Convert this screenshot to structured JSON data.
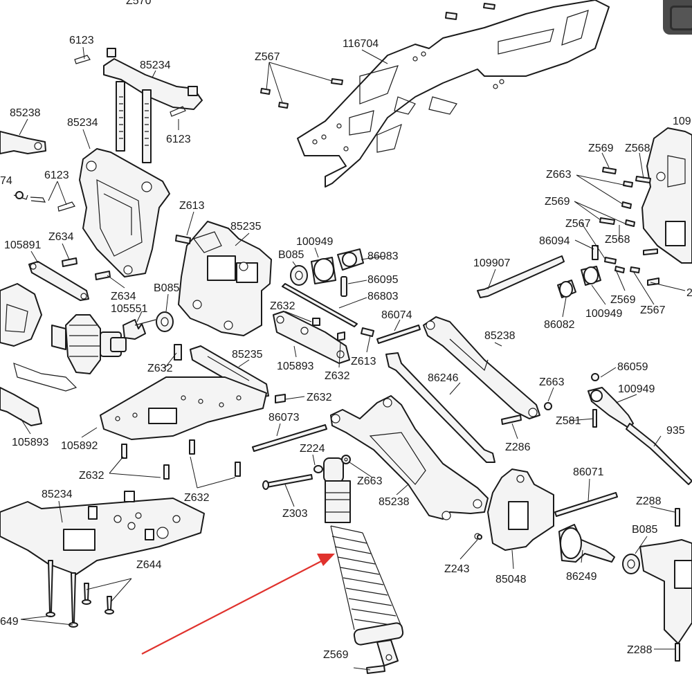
{
  "labels": [
    {
      "text": "Z570"
    },
    {
      "text": "6123"
    },
    {
      "text": "85234"
    },
    {
      "text": "85238"
    },
    {
      "text": "85234"
    },
    {
      "text": "6123"
    },
    {
      "text": "6123"
    },
    {
      "text": "74"
    },
    {
      "text": "Z613"
    },
    {
      "text": "85235"
    },
    {
      "text": "Z634"
    },
    {
      "text": "105891"
    },
    {
      "text": "Z634"
    },
    {
      "text": "B085"
    },
    {
      "text": "105551"
    },
    {
      "text": "100949"
    },
    {
      "text": "B085"
    },
    {
      "text": "86083"
    },
    {
      "text": "86095"
    },
    {
      "text": "86803"
    },
    {
      "text": "Z632"
    },
    {
      "text": "86074"
    },
    {
      "text": "Z632"
    },
    {
      "text": "85235"
    },
    {
      "text": "105893"
    },
    {
      "text": "Z613"
    },
    {
      "text": "Z632"
    },
    {
      "text": "Z632"
    },
    {
      "text": "105893"
    },
    {
      "text": "105892"
    },
    {
      "text": "86073"
    },
    {
      "text": "Z632"
    },
    {
      "text": "Z632"
    },
    {
      "text": "Z224"
    },
    {
      "text": "Z663"
    },
    {
      "text": "Z303"
    },
    {
      "text": "85238"
    },
    {
      "text": "85234"
    },
    {
      "text": "Z644"
    },
    {
      "text": "649"
    },
    {
      "text": "Z569"
    },
    {
      "text": "116704"
    },
    {
      "text": "Z567"
    },
    {
      "text": "109907"
    },
    {
      "text": "86082"
    },
    {
      "text": "100949"
    },
    {
      "text": "85238"
    },
    {
      "text": "86246"
    },
    {
      "text": "Z663"
    },
    {
      "text": "Z581"
    },
    {
      "text": "Z286"
    },
    {
      "text": "86059"
    },
    {
      "text": "100949"
    },
    {
      "text": "935"
    },
    {
      "text": "86071"
    },
    {
      "text": "Z288"
    },
    {
      "text": "B085"
    },
    {
      "text": "86249"
    },
    {
      "text": "85048"
    },
    {
      "text": "Z243"
    },
    {
      "text": "Z288"
    },
    {
      "text": "Z569"
    },
    {
      "text": "Z568"
    },
    {
      "text": "109"
    },
    {
      "text": "Z663"
    },
    {
      "text": "Z569"
    },
    {
      "text": "Z567"
    },
    {
      "text": "Z568"
    },
    {
      "text": "86094"
    },
    {
      "text": "Z569"
    },
    {
      "text": "Z567"
    },
    {
      "text": "2"
    }
  ],
  "colors": {
    "ink": "#1a1a1a",
    "arrow": "#e0322d",
    "part_fill": "#f4f4f4",
    "background": "#ffffff"
  },
  "icons": {
    "corner_button": "window-control-icon"
  }
}
